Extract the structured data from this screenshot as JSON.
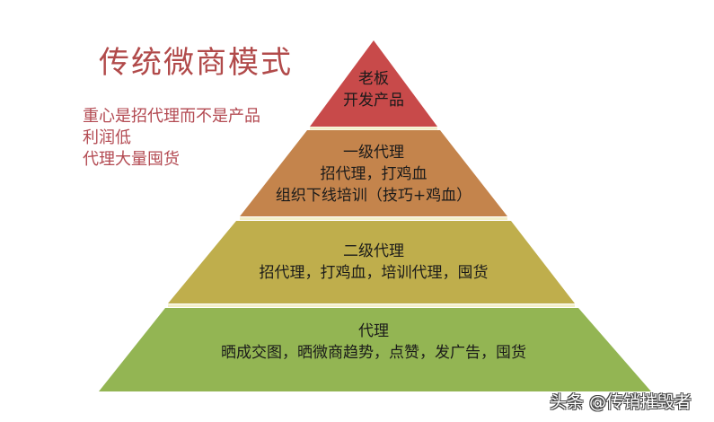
{
  "title": "传统微商模式",
  "notes": [
    "重心是招代理而不是产品",
    "利润低",
    "代理大量囤货"
  ],
  "colors": {
    "title": "#b14a4a",
    "notes": "#b34a52",
    "tier1": "#c84a4a",
    "tier2": "#c4844c",
    "tier3": "#bfae4c",
    "tier4": "#93b553",
    "separator": "#f3efc8"
  },
  "pyramid": {
    "tiers": [
      {
        "level": 1,
        "lines": [
          "老板",
          "开发产品"
        ]
      },
      {
        "level": 2,
        "lines": [
          "一级代理",
          "招代理，打鸡血",
          "组织下线培训（技巧+鸡血）"
        ]
      },
      {
        "level": 3,
        "lines": [
          "二级代理",
          "招代理，打鸡血，培训代理，囤货"
        ]
      },
      {
        "level": 4,
        "lines": [
          "代理",
          "晒成交图，晒微商趋势，点赞，发广告，囤货"
        ]
      }
    ]
  },
  "watermark": "头条 @传销摧毁者"
}
